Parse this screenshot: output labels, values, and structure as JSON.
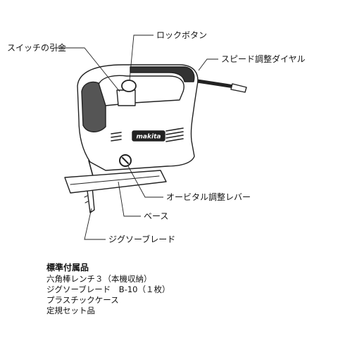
{
  "labels": {
    "switch_trigger": "スイッチの引金",
    "lock_button": "ロックボタン",
    "speed_dial": "スピード調整ダイヤル",
    "orbital_lever": "オービタル調整レバー",
    "base": "ベース",
    "jigsaw_blade": "ジグソーブレード"
  },
  "brand": "makita",
  "accessories": {
    "title": "標準付属品",
    "items": [
      "六角棒レンチ３（本機収納）",
      "ジグソーブレード　B-10（１枚）",
      "プラスチックケース",
      "定規セット品"
    ]
  }
}
